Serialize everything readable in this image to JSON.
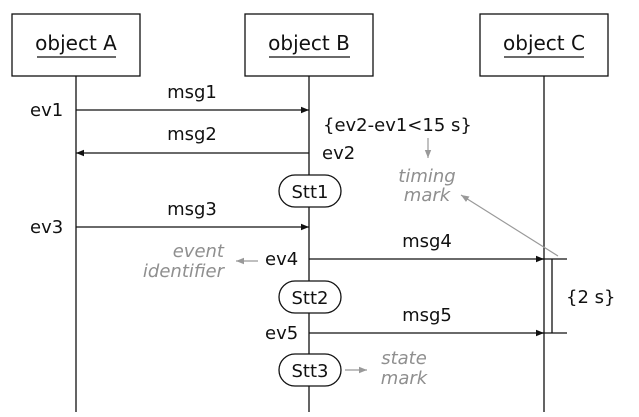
{
  "objects": [
    {
      "id": "a",
      "label": "object A"
    },
    {
      "id": "b",
      "label": "object B"
    },
    {
      "id": "c",
      "label": "object C"
    }
  ],
  "messages": [
    {
      "label": "msg1",
      "from": "object A",
      "to": "object B"
    },
    {
      "label": "msg2",
      "from": "object B",
      "to": "object A"
    },
    {
      "label": "msg3",
      "from": "object A",
      "to": "object B"
    },
    {
      "label": "msg4",
      "from": "object B",
      "to": "object C"
    },
    {
      "label": "msg5",
      "from": "object B",
      "to": "object C"
    }
  ],
  "events": [
    "ev1",
    "ev2",
    "ev3",
    "ev4",
    "ev5"
  ],
  "states": [
    "Stt1",
    "Stt2",
    "Stt3"
  ],
  "constraints": {
    "timing": "{ev2-ev1<15 s}",
    "duration": "{2 s}"
  },
  "annotations": {
    "timing_mark": [
      "timing",
      "mark"
    ],
    "event_identifier": [
      "event",
      "identifier"
    ],
    "state_mark": [
      "state",
      "mark"
    ]
  },
  "colors": {
    "line": "#111111",
    "annotation": "#8f8f8f"
  }
}
